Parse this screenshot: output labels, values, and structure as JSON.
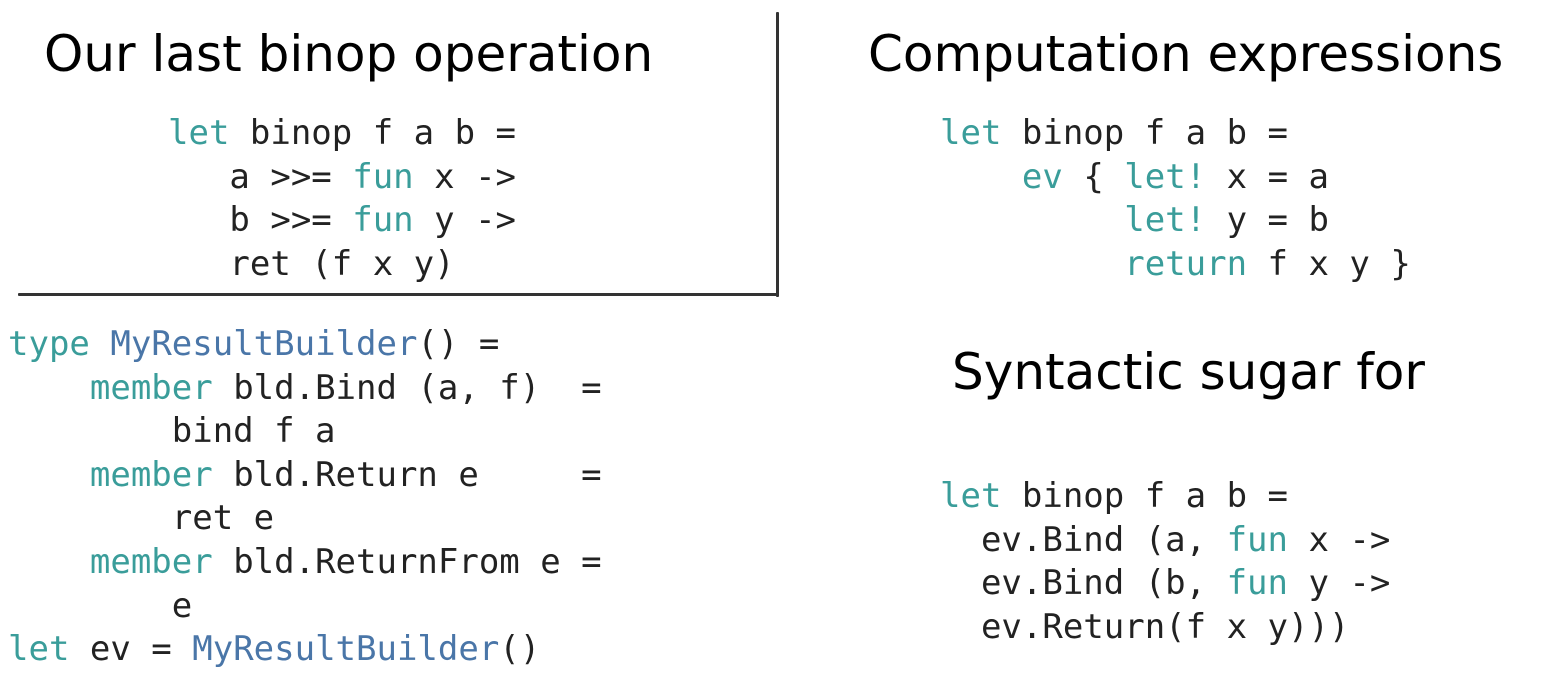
{
  "left_panel": {
    "title": "Our last binop operation",
    "binop_code": [
      [
        {
          "t": "let",
          "k": "kw"
        },
        {
          "t": " binop f a b ="
        }
      ],
      [
        {
          "t": "   a >>= "
        },
        {
          "t": "fun",
          "k": "kw"
        },
        {
          "t": " x ->"
        }
      ],
      [
        {
          "t": "   b >>= "
        },
        {
          "t": "fun",
          "k": "kw"
        },
        {
          "t": " y ->"
        }
      ],
      [
        {
          "t": "   ret (f x y)"
        }
      ]
    ],
    "builder_code": [
      [
        {
          "t": "type",
          "k": "kw"
        },
        {
          "t": " "
        },
        {
          "t": "MyResultBuilder",
          "k": "ty"
        },
        {
          "t": "() ="
        }
      ],
      [
        {
          "t": "    "
        },
        {
          "t": "member",
          "k": "kw"
        },
        {
          "t": " bld.Bind (a, f)  ="
        }
      ],
      [
        {
          "t": "        bind f a"
        }
      ],
      [
        {
          "t": "    "
        },
        {
          "t": "member",
          "k": "kw"
        },
        {
          "t": " bld.Return e     ="
        }
      ],
      [
        {
          "t": "        ret e"
        }
      ],
      [
        {
          "t": "    "
        },
        {
          "t": "member",
          "k": "kw"
        },
        {
          "t": " bld.ReturnFrom e ="
        }
      ],
      [
        {
          "t": "        e"
        }
      ],
      [
        {
          "t": "let",
          "k": "kw"
        },
        {
          "t": " ev = "
        },
        {
          "t": "MyResultBuilder",
          "k": "ty"
        },
        {
          "t": "()"
        }
      ]
    ]
  },
  "right_panel": {
    "title": "Computation expressions",
    "ce_code": [
      [
        {
          "t": "let",
          "k": "kw"
        },
        {
          "t": " binop f a b ="
        }
      ],
      [
        {
          "t": "    "
        },
        {
          "t": "ev",
          "k": "kw"
        },
        {
          "t": " { "
        },
        {
          "t": "let!",
          "k": "kw"
        },
        {
          "t": " x = a"
        }
      ],
      [
        {
          "t": "         "
        },
        {
          "t": "let!",
          "k": "kw"
        },
        {
          "t": " y = b"
        }
      ],
      [
        {
          "t": "         "
        },
        {
          "t": "return",
          "k": "kw"
        },
        {
          "t": " f x y }"
        }
      ]
    ],
    "subtitle": "Syntactic sugar for",
    "sugar_code": [
      [
        {
          "t": "let",
          "k": "kw"
        },
        {
          "t": " binop f a b ="
        }
      ],
      [
        {
          "t": "  ev.Bind (a, "
        },
        {
          "t": "fun",
          "k": "kw"
        },
        {
          "t": " x ->"
        }
      ],
      [
        {
          "t": "  ev.Bind (b, "
        },
        {
          "t": "fun",
          "k": "kw"
        },
        {
          "t": " y ->"
        }
      ],
      [
        {
          "t": "  ev.Return(f x y)))"
        }
      ]
    ]
  }
}
